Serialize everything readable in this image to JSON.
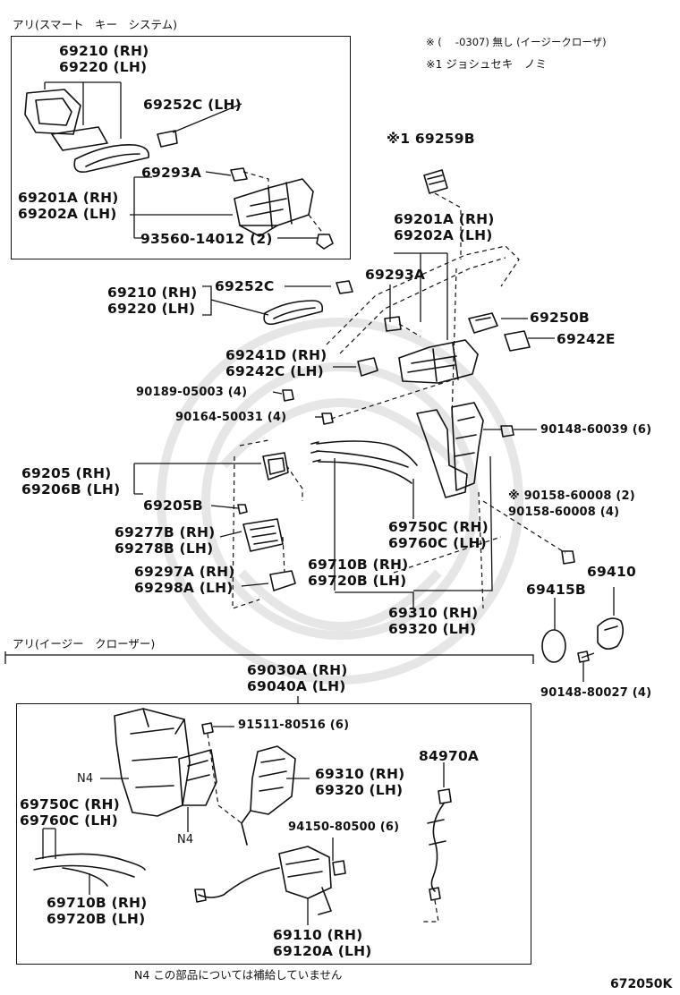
{
  "headers": {
    "smart_key": "アリ(スマート　キー　システム)",
    "easy_closer": "アリ(イージー　クローザー)"
  },
  "notes": {
    "note1": "※ (　 -0307) 無し (イージークローザ)",
    "note2": "※1 ジョシュセキ　ノミ",
    "n4": "N4 この部品については補給していません"
  },
  "diagram_code": "672050K",
  "parts": {
    "box1_handle": "69210 (RH)\n69220 (LH)",
    "box1_69252c": "69252C (LH)",
    "box1_69293a": "69293A",
    "box1_69201a": "69201A (RH)\n69202A (LH)",
    "box1_93560": "93560-14012 (2)",
    "p69259b": "※1 69259B",
    "p69201a": "69201A (RH)\n69202A (LH)",
    "p69293a": "69293A",
    "p69250b": "69250B",
    "p69242e": "69242E",
    "p69252c": "69252C",
    "p69210": "69210 (RH)\n69220 (LH)",
    "p69241d": "69241D (RH)\n69242C (LH)",
    "p90189": "90189-05003 (4)",
    "p90164": "90164-50031 (4)",
    "p90148_60039": "90148-60039 (6)",
    "p69205": "69205 (RH)\n69206B (LH)",
    "p69205b": "69205B",
    "p90158": "※ 90158-60008 (2)\n90158-60008 (4)",
    "p69277b": "69277B (RH)\n69278B (LH)",
    "p69750c": "69750C (RH)\n69760C (LH)",
    "p69297a": "69297A (RH)\n69298A (LH)",
    "p69710b": "69710B (RH)\n69720B (LH)",
    "p69410": "69410",
    "p69415b": "69415B",
    "p69310": "69310 (RH)\n69320 (LH)",
    "p90148_80027": "90148-80027 (4)",
    "p69030a": "69030A (RH)\n69040A (LH)",
    "b2_91511": "91511-80516 (6)",
    "b2_n4a": "N4",
    "b2_n4b": "N4",
    "b2_69310": "69310 (RH)\n69320 (LH)",
    "b2_84970a": "84970A",
    "b2_69750c": "69750C (RH)\n69760C (LH)",
    "b2_94150": "94150-80500 (6)",
    "b2_69710b": "69710B (RH)\n69720B (LH)",
    "b2_69110": "69110 (RH)\n69120A (LH)"
  }
}
